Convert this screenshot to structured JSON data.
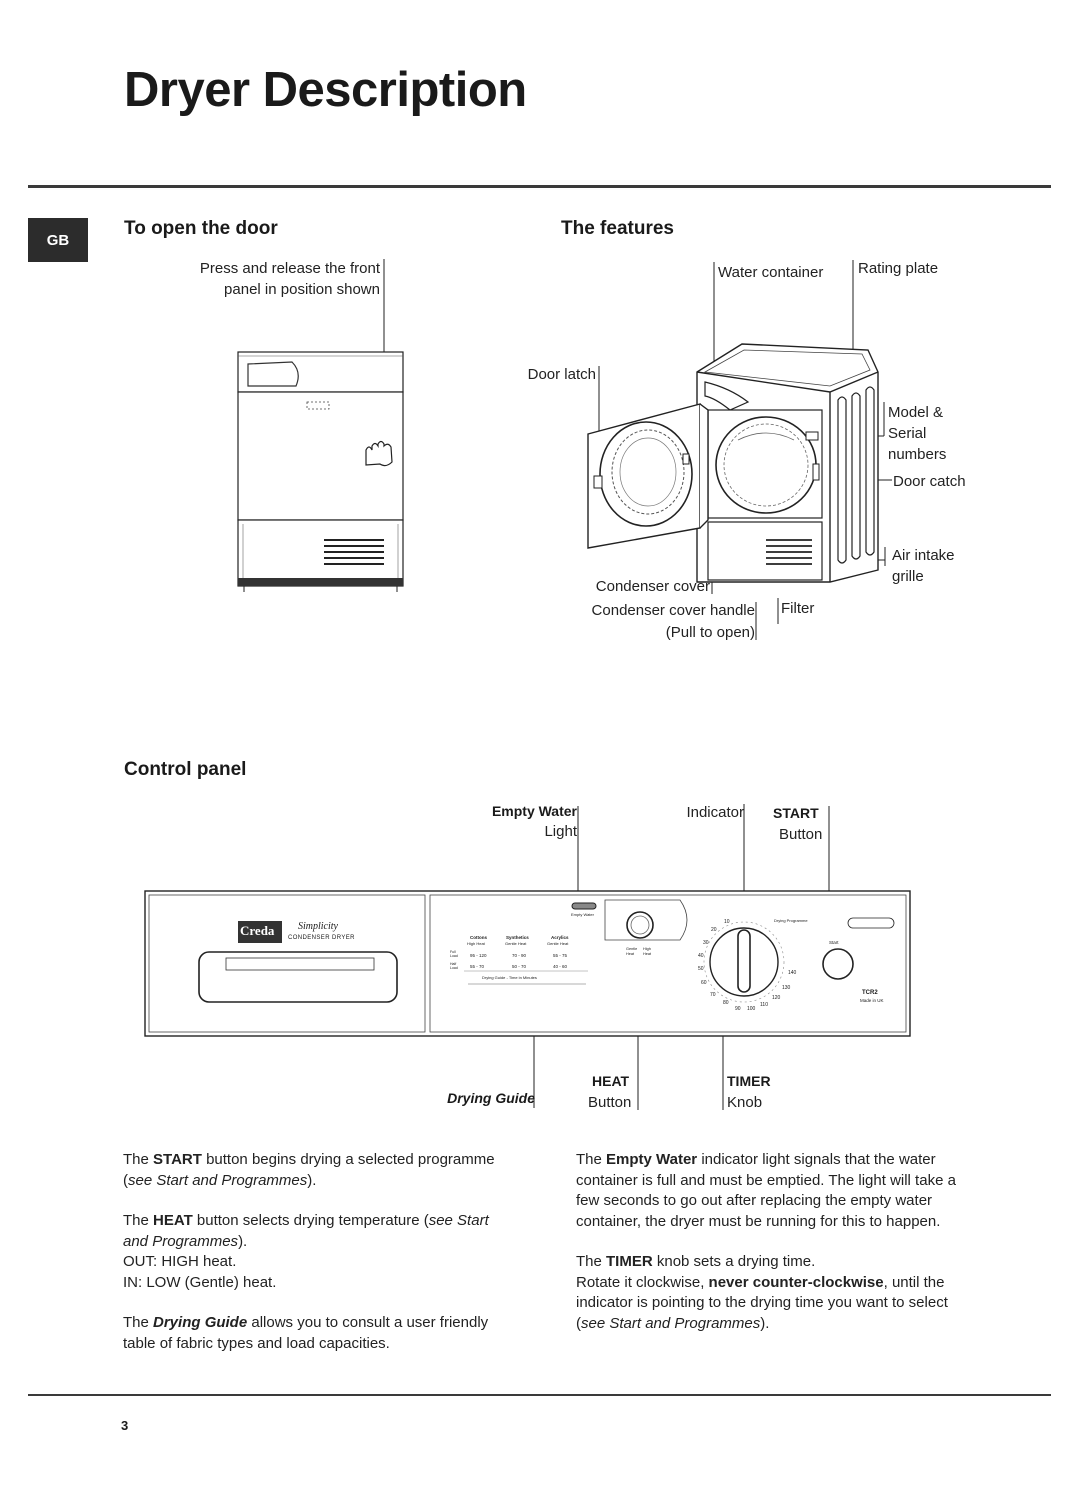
{
  "page": {
    "title": "Dryer Description",
    "region_badge": "GB",
    "page_number": "3"
  },
  "door_section": {
    "heading": "To open the door",
    "instruction_line1": "Press and release the front",
    "instruction_line2": "panel in position shown"
  },
  "features_section": {
    "heading": "The features",
    "labels": {
      "water_container": "Water container",
      "rating_plate": "Rating plate",
      "door_latch": "Door latch",
      "model_line1": "Model &",
      "model_line2": "Serial",
      "model_line3": "numbers",
      "door_catch": "Door catch",
      "air_intake_line1": "Air intake",
      "air_intake_line2": "grille",
      "condenser_cover": "Condenser cover",
      "condenser_cover_handle": "Condenser cover handle",
      "pull_to_open": "(Pull to open)",
      "filter": "Filter"
    }
  },
  "control_section": {
    "heading": "Control panel",
    "labels": {
      "empty_water": "Empty Water",
      "light": "Light",
      "indicator": "Indicator",
      "start": "START",
      "start_button": "Button",
      "drying_guide": "Drying Guide",
      "heat": "HEAT",
      "heat_button": "Button",
      "timer": "TIMER",
      "knob": "Knob"
    },
    "panel": {
      "brand": "Creda",
      "simplicity": "Simplicity",
      "condenser_dryer": "CONDENSER DRYER",
      "empty_water_small": "Empty Water",
      "guide_cols": [
        "Cottons",
        "Synthetics",
        "Acrylics"
      ],
      "guide_heats": [
        "High Heat",
        "Gentle Heat",
        "Gentle Heat"
      ],
      "full_load": "Full Load",
      "half_load": "Half Load",
      "full_vals": [
        "95 - 120",
        "70 - 90",
        "55 - 75"
      ],
      "half_vals": [
        "55 - 70",
        "50 - 70",
        "40 - 60"
      ],
      "guide_caption": "Drying Guide - Time in Minutes",
      "gentle_heat": "Gentle Heat",
      "high_heat": "High Heat",
      "drying_programme": "Drying Programme",
      "dial_numbers": [
        "10",
        "20",
        "30",
        "40",
        "50",
        "60",
        "70",
        "80",
        "90",
        "100",
        "110",
        "120",
        "130",
        "140"
      ],
      "start_small": "Start",
      "model": "TCR2",
      "made_in": "Made in UK"
    }
  },
  "descriptions": {
    "left": {
      "start_pre": "The ",
      "start_bold": "START",
      "start_mid": " button begins drying a selected programme (",
      "start_italic": "see Start and Programmes",
      "start_end": ").",
      "heat_pre": "The ",
      "heat_bold": "HEAT",
      "heat_mid": " button selects drying temperature (",
      "heat_italic": "see Start and Programmes",
      "heat_end": ").",
      "heat_out": "OUT: HIGH heat.",
      "heat_in": "IN: LOW (Gentle) heat.",
      "guide_pre": "The ",
      "guide_bold": "Drying Guide",
      "guide_end": " allows you to consult a user friendly table of fabric types and load capacities."
    },
    "right": {
      "ew_pre": "The ",
      "ew_bold": "Empty Water",
      "ew_end": " indicator light signals that the water container is full and must be emptied. The light will take a few seconds to go out after replacing the empty water container, the dryer must be running for this to happen.",
      "timer_pre": "The ",
      "timer_bold": "TIMER",
      "timer_end": " knob sets a drying time.",
      "rotate_pre": "Rotate it clockwise, ",
      "rotate_bold": "never counter-clockwise",
      "rotate_mid": ", until the indicator is pointing to the drying time you want to select (",
      "rotate_italic": "see Start and Programmes",
      "rotate_end": ")."
    }
  }
}
